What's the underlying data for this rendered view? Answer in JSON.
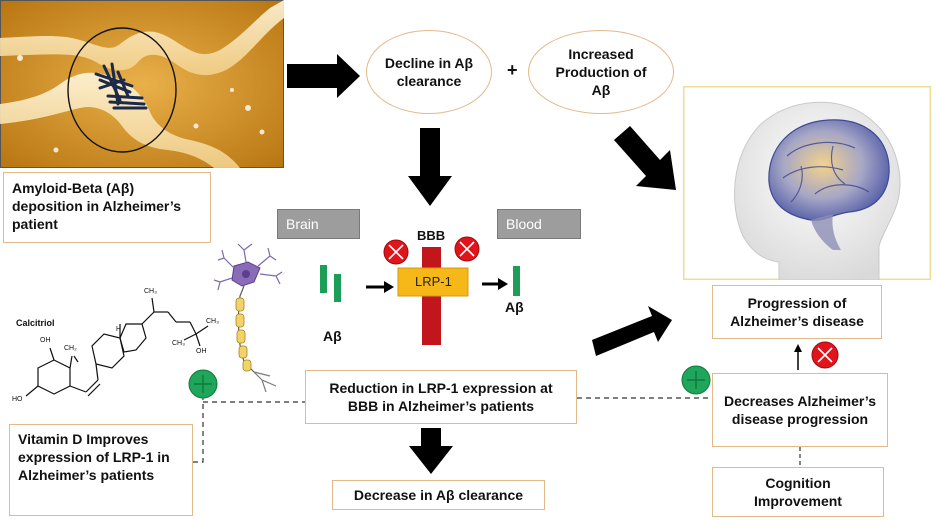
{
  "boxes": {
    "amyloid_deposition": "Amyloid-Beta (Aβ) deposition in Alzheimer’s patient",
    "vitamin_d": "Vitamin D Improves expression of LRP-1 in Alzheimer’s patients",
    "reduction_lrp1": "Reduction in LRP-1 expression at BBB in Alzheimer’s patients",
    "decrease_clearance": "Decrease in Aβ clearance",
    "progression": "Progression of Alzheimer’s disease",
    "decreases_progression": "Decreases Alzheimer’s disease progression",
    "cognition": "Cognition Improvement"
  },
  "ellipses": {
    "decline_clearance": "Decline in Aβ clearance",
    "increased_production": "Increased Production of Aβ"
  },
  "plus_sign": "+",
  "compartments": {
    "brain": "Brain",
    "blood": "Blood",
    "bbb": "BBB"
  },
  "lrp1": {
    "label": "LRP-1",
    "ab_left": "Aβ",
    "ab_right": "Aβ"
  },
  "calcitriol": {
    "label": "Calcitriol",
    "oh_top": "OH",
    "ch2": "CH₂",
    "ho_bottom": "HO",
    "ch3_a": "CH₃",
    "ch3_b": "CH₃",
    "ch3_c": "CH₃",
    "oh_right": "OH",
    "h": "H"
  },
  "colors": {
    "box_border": "#e3b98a",
    "inhibit_red": "#e0141a",
    "bbb_red": "#c0161c",
    "lrp1_gold": "#f6b818",
    "activate_green": "#20a65a",
    "ab_green": "#1d9e57",
    "arrow_black": "#000000",
    "compartment_gray": "#9d9d9d"
  }
}
